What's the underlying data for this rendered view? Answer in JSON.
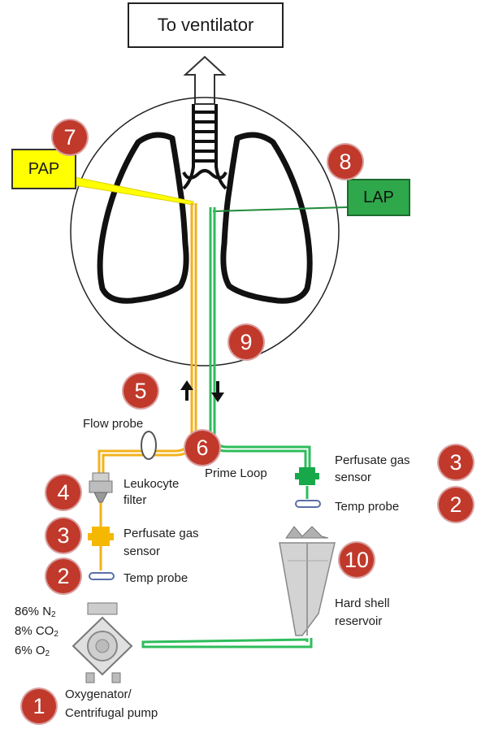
{
  "ventilator": {
    "label": "To ventilator"
  },
  "pap": {
    "label": "PAP"
  },
  "lap": {
    "label": "LAP"
  },
  "badges": {
    "oxygenator": "1",
    "temp_probe_left": "2",
    "temp_probe_right": "2",
    "gas_sensor_left": "3",
    "gas_sensor_right": "3",
    "leukocyte_filter": "4",
    "flow_direction": "5",
    "prime_loop": "6",
    "pap": "7",
    "lap": "8",
    "lung_circle": "9",
    "reservoir": "10"
  },
  "labels": {
    "flow_probe": "Flow probe",
    "prime_loop": "Prime Loop",
    "leukocyte_1": "Leukocyte",
    "leukocyte_2": "filter",
    "gas_sensor_left_1": "Perfusate gas",
    "gas_sensor_left_2": "sensor",
    "temp_probe_left": "Temp probe",
    "gas_sensor_right_1": "Perfusate gas",
    "gas_sensor_right_2": "sensor",
    "temp_probe_right": "Temp probe",
    "reservoir_1": "Hard shell",
    "reservoir_2": "reservoir",
    "oxygenator_1": "Oxygenator/",
    "oxygenator_2": "Centrifugal pump"
  },
  "gas_mix": [
    {
      "pct": "86% N",
      "sub": "2"
    },
    {
      "pct": "8% CO",
      "sub": "2"
    },
    {
      "pct": "6% O",
      "sub": "2"
    }
  ],
  "colors": {
    "arterial_line": "#f2b21c",
    "venous_line": "#2ebd5b",
    "badge": "#c0392b",
    "pap_box": "#ffff00",
    "lap_box": "#2ea84a",
    "gas_sensor_left": "#f5b800",
    "gas_sensor_right": "#17a84a"
  }
}
